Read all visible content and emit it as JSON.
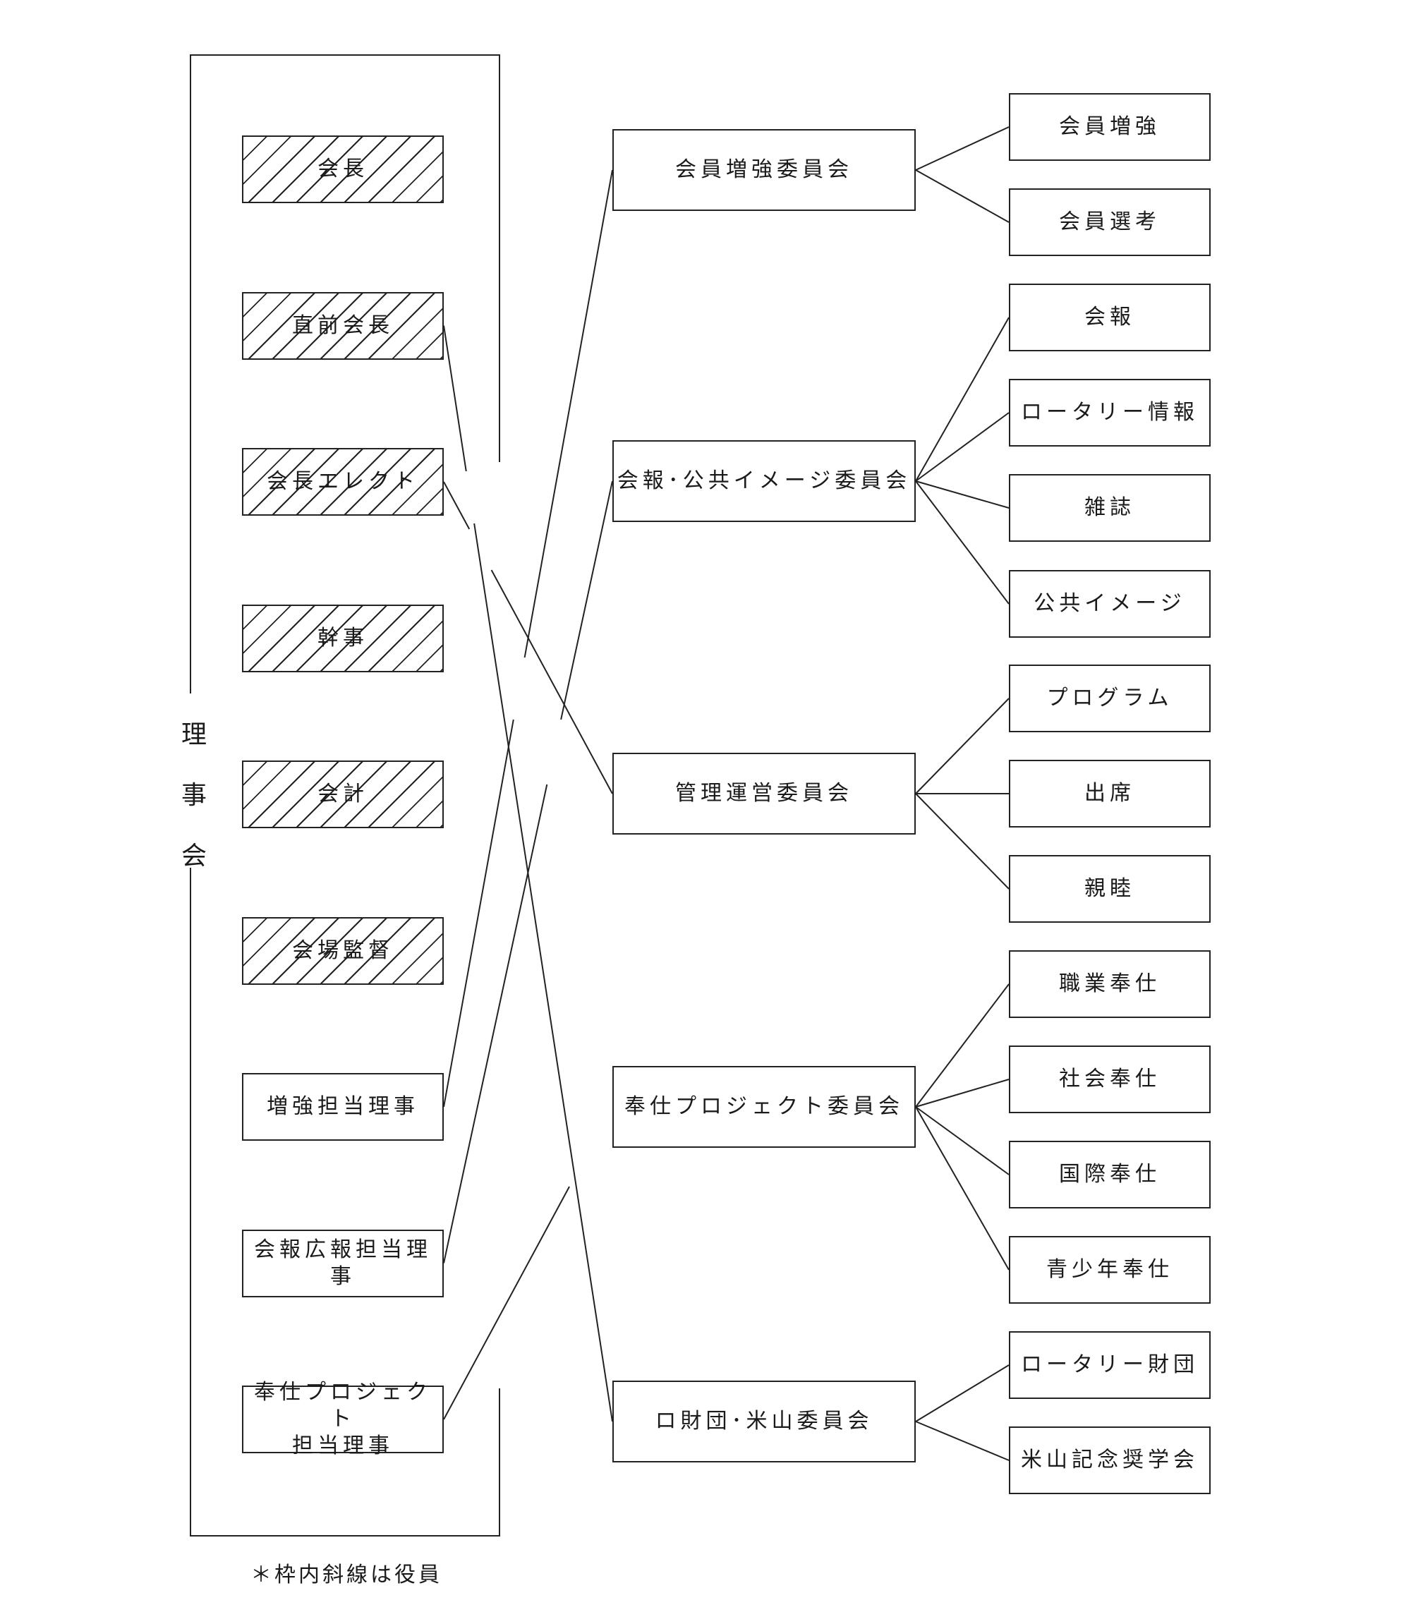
{
  "board": {
    "label_chars": [
      "理",
      "事",
      "会"
    ],
    "officer_note": "＊枠内斜線は役員",
    "members": [
      {
        "id": "president",
        "label": "会長",
        "officer": true
      },
      {
        "id": "past-president",
        "label": "直前会長",
        "officer": true
      },
      {
        "id": "president-elect",
        "label": "会長エレクト",
        "officer": true
      },
      {
        "id": "secretary",
        "label": "幹事",
        "officer": true
      },
      {
        "id": "treasurer",
        "label": "会計",
        "officer": true
      },
      {
        "id": "sergeant-at-arms",
        "label": "会場監督",
        "officer": true
      },
      {
        "id": "membership-director",
        "label": "増強担当理事",
        "officer": false
      },
      {
        "id": "pr-director",
        "label": "会報広報担当理事",
        "officer": false
      },
      {
        "id": "service-director",
        "label": "奉仕プロジェクト\n担当理事",
        "officer": false
      }
    ]
  },
  "committees": [
    {
      "id": "membership",
      "label": "会員増強委員会",
      "subs": [
        "会員増強",
        "会員選考"
      ]
    },
    {
      "id": "pr",
      "label": "会報･公共イメージ委員会",
      "subs": [
        "会報",
        "ロータリー情報",
        "雑誌",
        "公共イメージ"
      ]
    },
    {
      "id": "admin",
      "label": "管理運営委員会",
      "subs": [
        "プログラム",
        "出席",
        "親睦"
      ]
    },
    {
      "id": "service",
      "label": "奉仕プロジェクト委員会",
      "subs": [
        "職業奉仕",
        "社会奉仕",
        "国際奉仕",
        "青少年奉仕"
      ]
    },
    {
      "id": "foundation",
      "label": "ロ財団･米山委員会",
      "subs": [
        "ロータリー財団",
        "米山記念奨学会"
      ]
    }
  ],
  "links": [
    {
      "from": "past-president",
      "to": "foundation"
    },
    {
      "from": "president-elect",
      "to": "admin"
    },
    {
      "from": "membership-director",
      "to": "membership"
    },
    {
      "from": "pr-director",
      "to": "pr"
    },
    {
      "from": "service-director",
      "to": "service"
    }
  ]
}
